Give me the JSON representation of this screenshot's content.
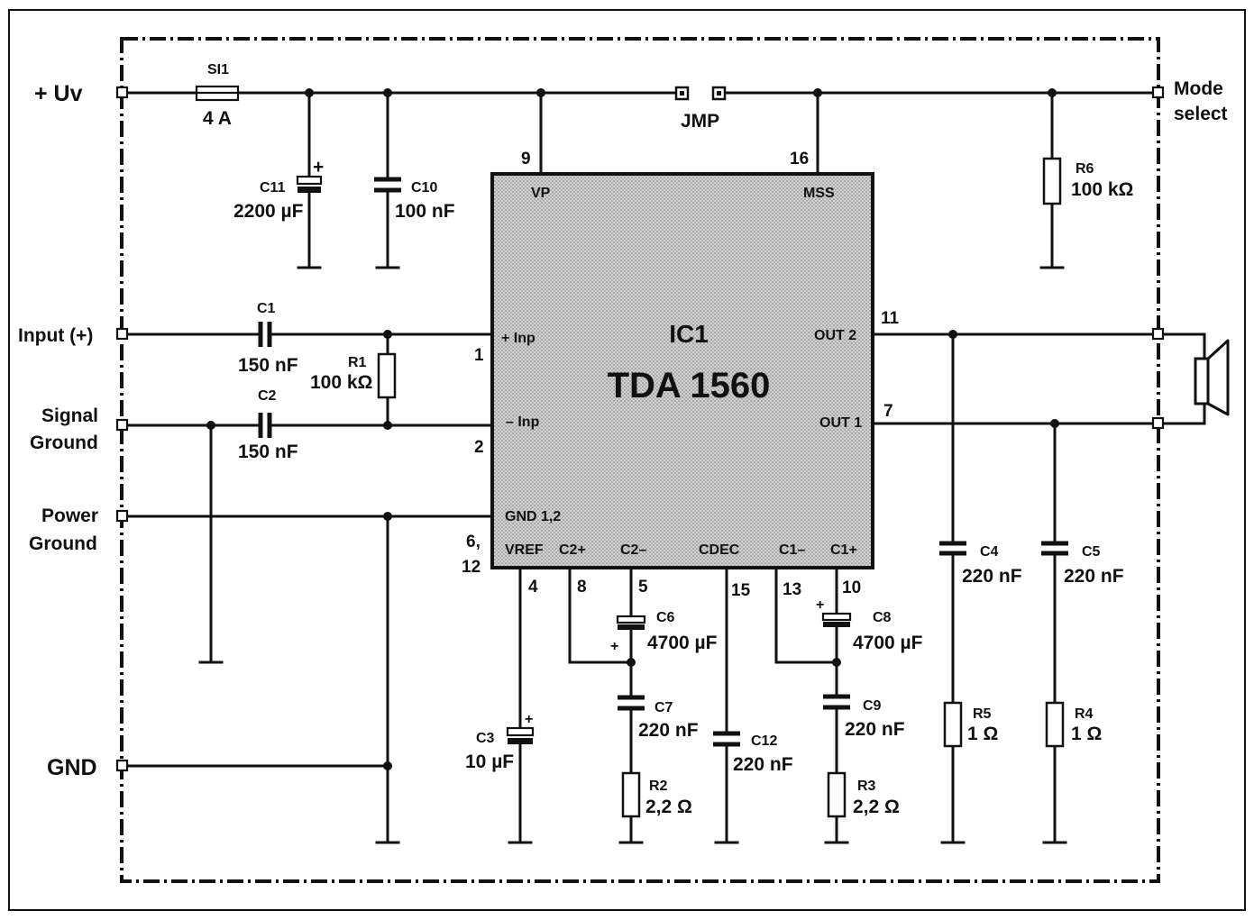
{
  "terminals": {
    "uv": "+ Uv",
    "input": "Input (+)",
    "signal_ground": [
      "Signal",
      "Ground"
    ],
    "power_ground": [
      "Power",
      "Ground"
    ],
    "gnd": "GND",
    "mode_select": [
      "Mode",
      "select"
    ]
  },
  "ic": {
    "name": "IC1",
    "part": "TDA 1560",
    "pins": {
      "vp": "VP",
      "mss": "MSS",
      "inp_pos": "+ Inp",
      "inp_neg": "– Inp",
      "out2": "OUT 2",
      "out1": "OUT 1",
      "gnd12": "GND 1,2",
      "vref": "VREF",
      "c2p": "C2+",
      "c2m": "C2–",
      "cdec": "CDEC",
      "c1m": "C1–",
      "c1p": "C1+"
    },
    "pin_numbers": {
      "p9": "9",
      "p16": "16",
      "p1": "1",
      "p2": "2",
      "p11": "11",
      "p7": "7",
      "p6": "6,",
      "p12": "12",
      "p4": "4",
      "p8": "8",
      "p5": "5",
      "p15": "15",
      "p13": "13",
      "p10": "10"
    }
  },
  "components": {
    "si1": {
      "ref": "SI1",
      "value": "4 A"
    },
    "jmp": {
      "ref": "JMP"
    },
    "c11": {
      "ref": "C11",
      "value": "2200 µF"
    },
    "c10": {
      "ref": "C10",
      "value": "100 nF"
    },
    "r6": {
      "ref": "R6",
      "value": "100 kΩ"
    },
    "c1": {
      "ref": "C1",
      "value": "150 nF"
    },
    "c2": {
      "ref": "C2",
      "value": "150 nF"
    },
    "r1": {
      "ref": "R1",
      "value": "100 kΩ"
    },
    "c3": {
      "ref": "C3",
      "value": "10 µF"
    },
    "c6": {
      "ref": "C6",
      "value": "4700 µF"
    },
    "c7": {
      "ref": "C7",
      "value": "220 nF"
    },
    "r2": {
      "ref": "R2",
      "value": "2,2 Ω"
    },
    "c12": {
      "ref": "C12",
      "value": "220 nF"
    },
    "c8": {
      "ref": "C8",
      "value": "4700 µF"
    },
    "c9": {
      "ref": "C9",
      "value": "220 nF"
    },
    "r3": {
      "ref": "R3",
      "value": "2,2 Ω"
    },
    "c4": {
      "ref": "C4",
      "value": "220 nF"
    },
    "c5": {
      "ref": "C5",
      "value": "220 nF"
    },
    "r5": {
      "ref": "R5",
      "value": "1 Ω"
    },
    "r4": {
      "ref": "R4",
      "value": "1 Ω"
    }
  },
  "polarity_mark": "+"
}
